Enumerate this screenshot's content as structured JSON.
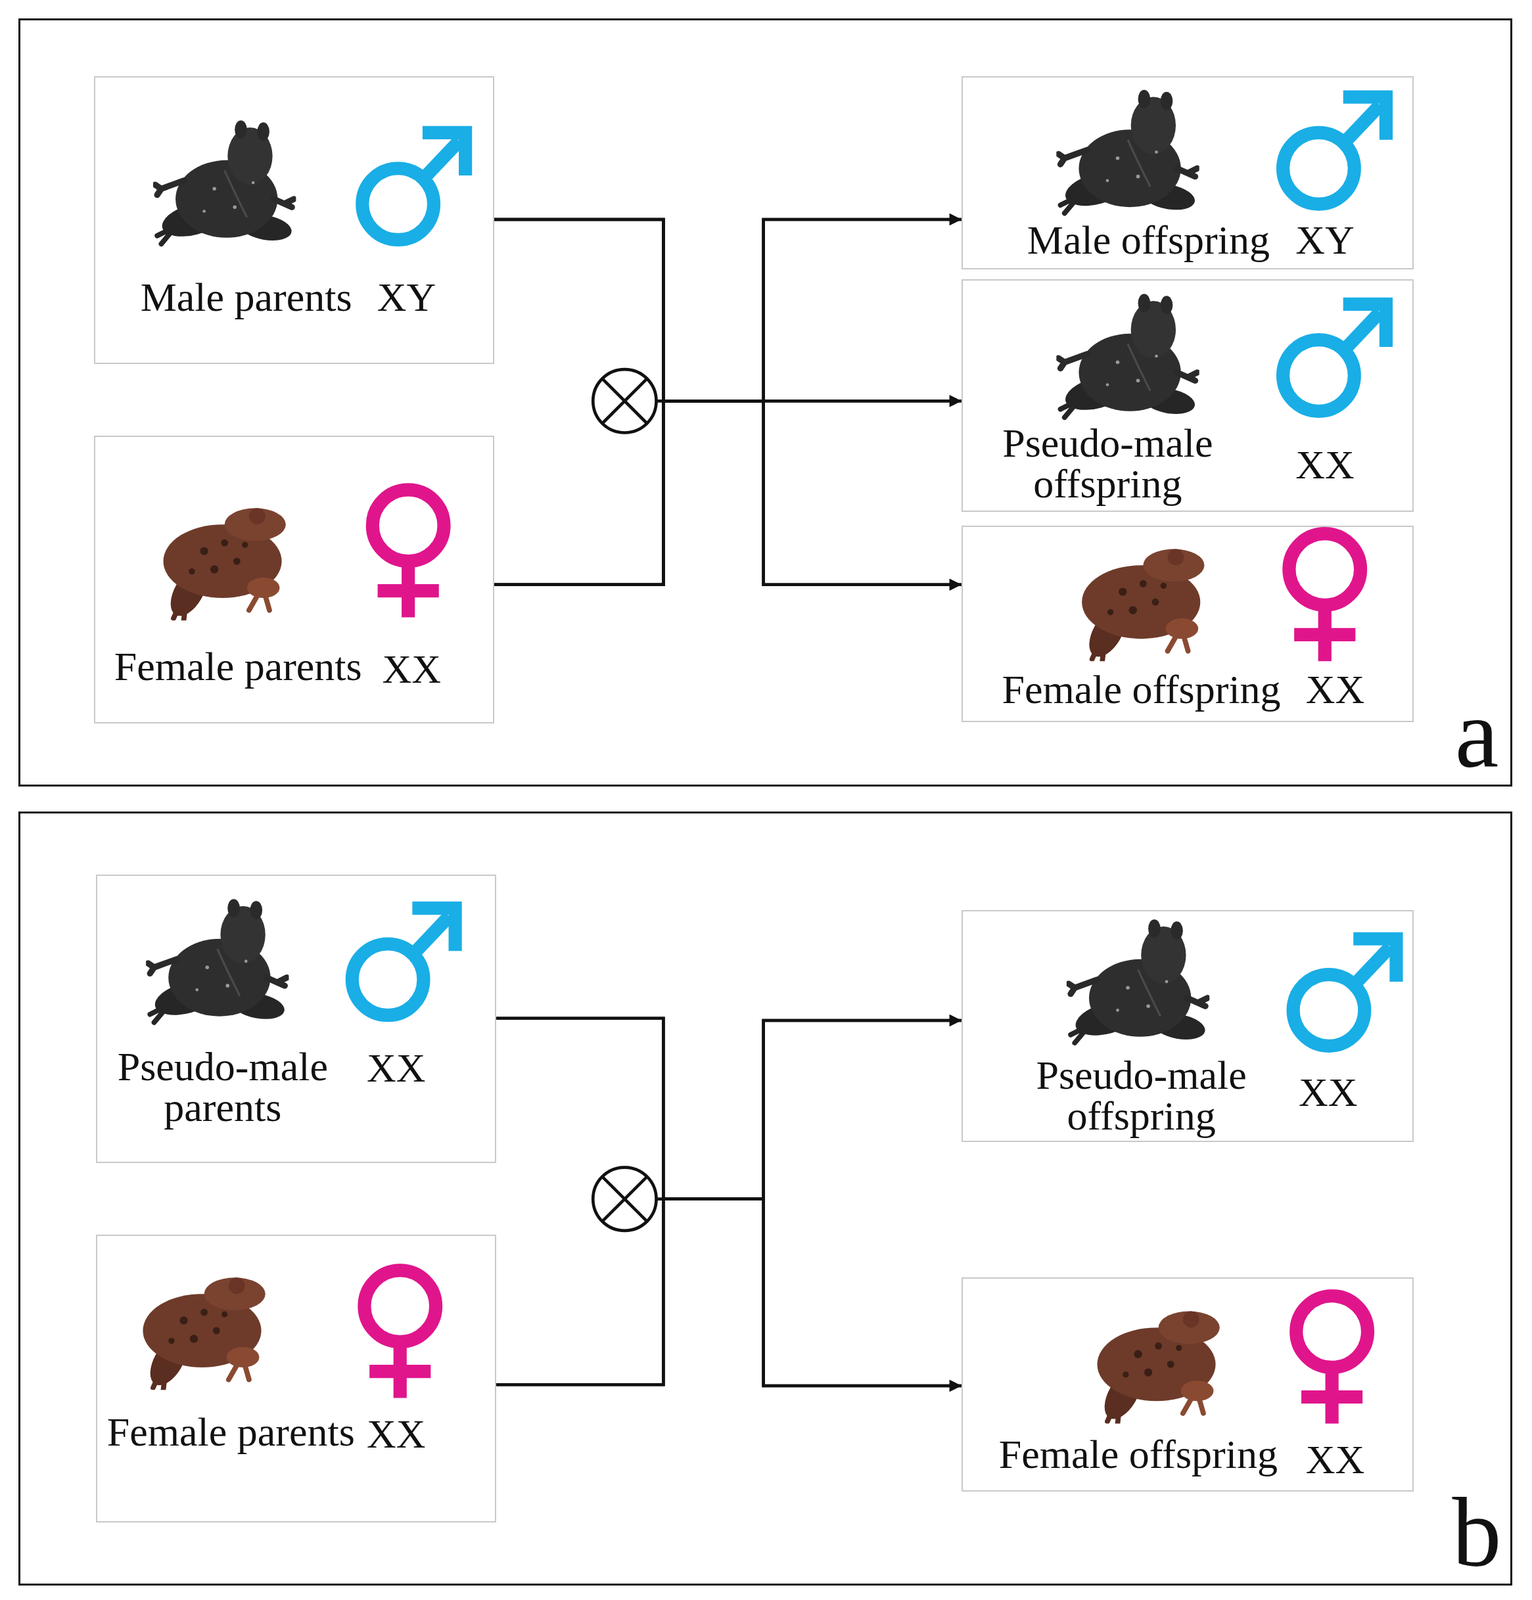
{
  "diagram": {
    "nodes": [
      {
        "text": [
          "a"
        ]
      },
      {
        "text": [
          "Male parents",
          "XY"
        ],
        "in": 0
      },
      {
        "text": [
          "Female parents",
          "XX"
        ],
        "in": 0
      },
      {
        "text": [
          "Male offspring",
          "XY"
        ],
        "in": 0
      },
      {
        "text": [
          "Pseudo-male offspring",
          "XX"
        ],
        "in": 0
      },
      {
        "text": [
          "Female offspring",
          "XX"
        ],
        "in": 0
      },
      {
        "text": [
          "b"
        ]
      },
      {
        "text": [
          "Pseudo-male parents",
          "XX"
        ],
        "in": 6
      },
      {
        "text": [
          "Female parents",
          "XX"
        ],
        "in": 6
      },
      {
        "text": [
          "Pseudo-male offspring",
          "XX"
        ],
        "in": 6
      },
      {
        "text": [
          "Female offspring",
          "XX"
        ],
        "in": 6
      }
    ],
    "edges": [
      {
        "from": 1,
        "to": 3,
        "arrow": "to"
      },
      {
        "from": 1,
        "to": 4,
        "arrow": "to"
      },
      {
        "from": 1,
        "to": 5,
        "arrow": "to"
      },
      {
        "from": 2,
        "to": 3,
        "arrow": "to"
      },
      {
        "from": 2,
        "to": 4,
        "arrow": "to"
      },
      {
        "from": 2,
        "to": 5,
        "arrow": "to"
      },
      {
        "from": 7,
        "to": 9,
        "arrow": "to"
      },
      {
        "from": 7,
        "to": 10,
        "arrow": "to"
      },
      {
        "from": 8,
        "to": 9,
        "arrow": "to"
      },
      {
        "from": 8,
        "to": 10,
        "arrow": "to"
      }
    ]
  }
}
